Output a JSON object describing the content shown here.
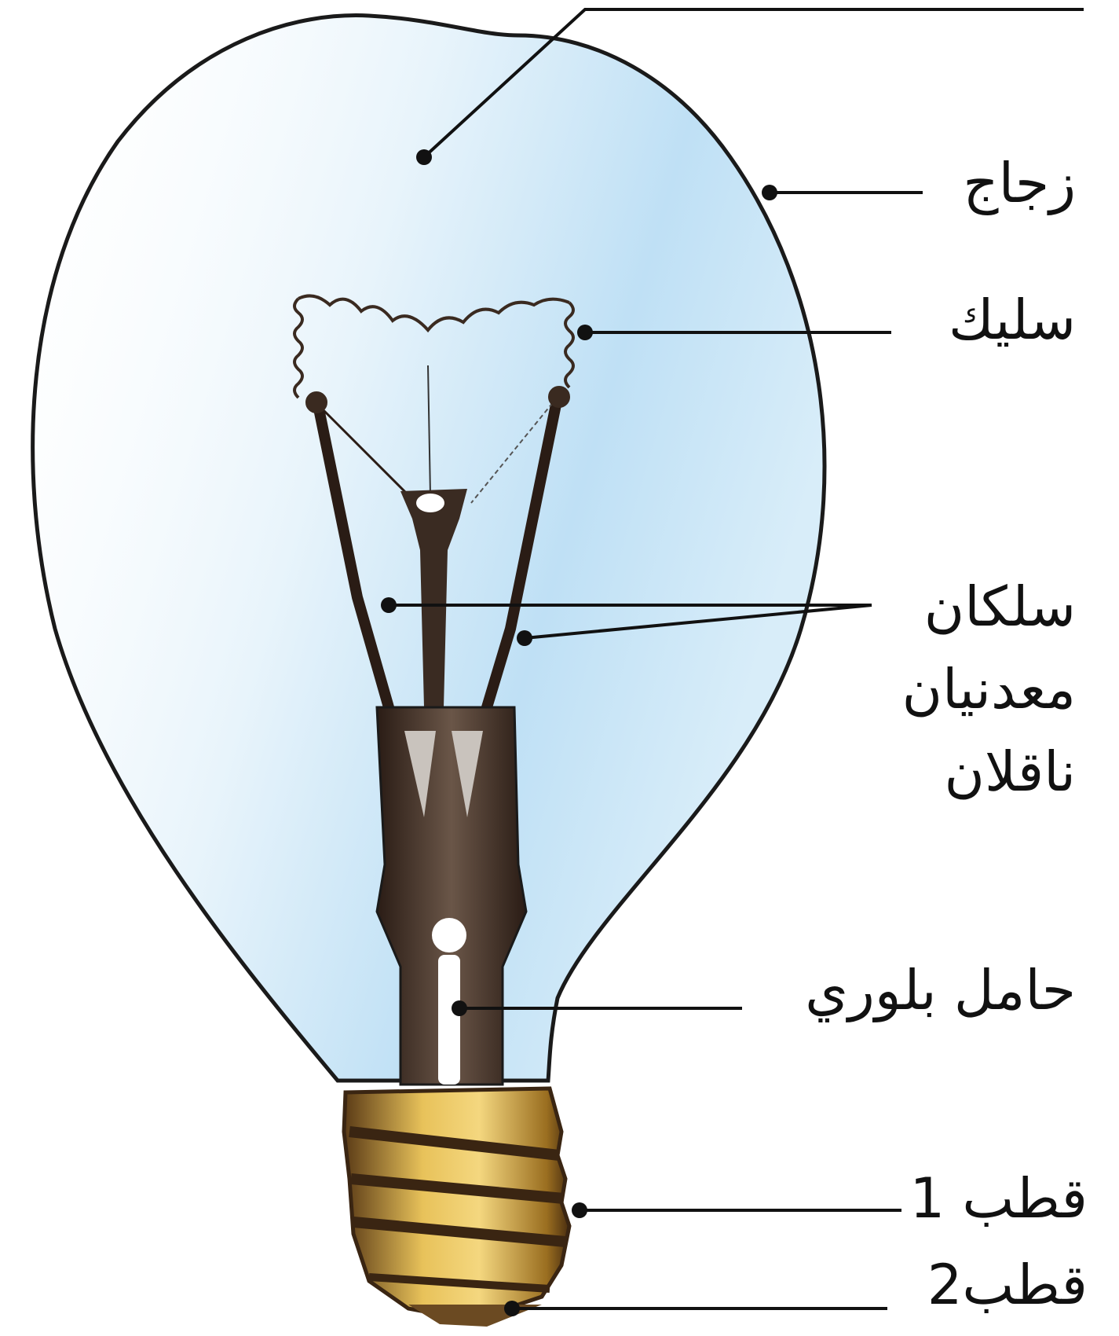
{
  "diagram": {
    "labels": {
      "glass": "زجاج",
      "filament": "سليك",
      "lead_wires": "سلكان معدنيان ناقلان",
      "glass_support": "حامل بلوري",
      "pole_1": "قطب 1",
      "pole_2": "قطب2"
    }
  },
  "colors": {
    "glass_tint": "#bfe0f5",
    "outline": "#1a1a1a",
    "brass": "#e0b248",
    "brass_dark": "#8a6418",
    "base_dark": "#3a2512",
    "stem": "#3a2b22"
  }
}
